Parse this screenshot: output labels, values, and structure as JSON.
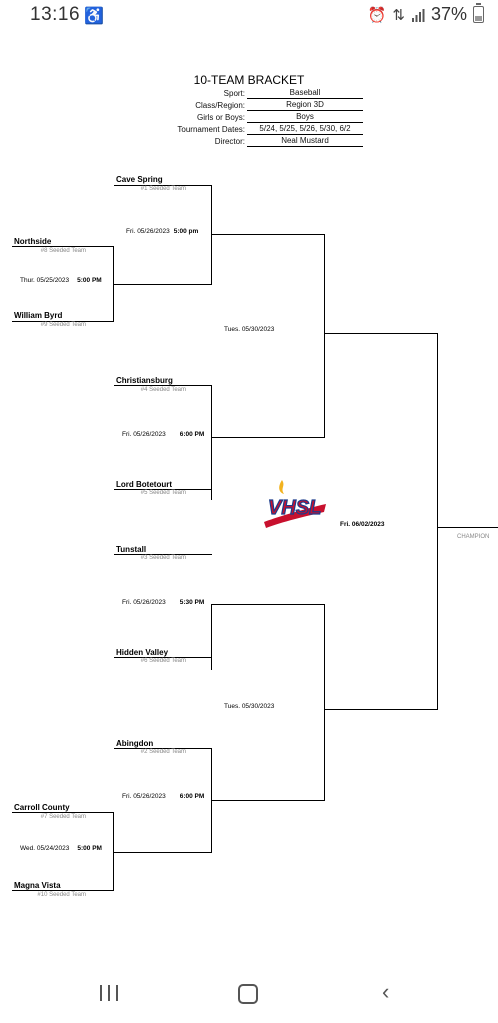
{
  "status_bar": {
    "time": "13:16",
    "notification_icon": "accessibility-icon",
    "alarm_icon": "alarm-icon",
    "data_icon": "data-arrows-icon",
    "signal_icon": "signal-icon",
    "battery": "37%"
  },
  "bracket": {
    "title": "10-TEAM BRACKET",
    "fields": [
      {
        "label": "Sport:",
        "value": "Baseball"
      },
      {
        "label": "Class/Region:",
        "value": "Region 3D"
      },
      {
        "label": "Girls or Boys:",
        "value": "Boys"
      },
      {
        "label": "Tournament Dates:",
        "value": "5/24, 5/25, 5/26, 5/30, 6/2"
      },
      {
        "label": "Director:",
        "value": "Neal Mustard"
      }
    ],
    "teams": {
      "cave_spring": {
        "name": "Cave Spring",
        "seed": "#1 Seeded Team"
      },
      "northside": {
        "name": "Northside",
        "seed": "#8 Seeded Team"
      },
      "william_byrd": {
        "name": "William Byrd",
        "seed": "#9 Seeded Team"
      },
      "christiansburg": {
        "name": "Christiansburg",
        "seed": "#4 Seeded Team"
      },
      "lord_botetourt": {
        "name": "Lord Botetourt",
        "seed": "#5 Seeded Team"
      },
      "tunstall": {
        "name": "Tunstall",
        "seed": "#3 Seeded Team"
      },
      "hidden_valley": {
        "name": "Hidden Valley",
        "seed": "#6 Seeded Team"
      },
      "abingdon": {
        "name": "Abingdon",
        "seed": "#2 Seeded Team"
      },
      "carroll_county": {
        "name": "Carroll County",
        "seed": "#7 Seeded Team"
      },
      "magna_vista": {
        "name": "Magna Vista",
        "seed": "#10 Seeded Team"
      }
    },
    "games": {
      "g_northside_byrd": {
        "date": "Thur. 05/25/2023",
        "time": "5:00 PM"
      },
      "g_cave_spring": {
        "date": "Fri. 05/26/2023",
        "time": "5:00 pm"
      },
      "g_christiansburg": {
        "date": "Fri. 05/26/2023",
        "time": "6:00 PM"
      },
      "g_tunstall": {
        "date": "Fri. 05/26/2023",
        "time": "5:30 PM"
      },
      "g_abingdon": {
        "date": "Fri. 05/26/2023",
        "time": "6:00 PM"
      },
      "g_carroll_magna": {
        "date": "Wed. 05/24/2023",
        "time": "5:00 PM"
      }
    },
    "semis": {
      "top": "Tues. 05/30/2023",
      "bottom": "Tues. 05/30/2023"
    },
    "final": "Fri. 06/02/2023",
    "champion_label": "CHAMPION",
    "logo_text": "VHSL"
  }
}
